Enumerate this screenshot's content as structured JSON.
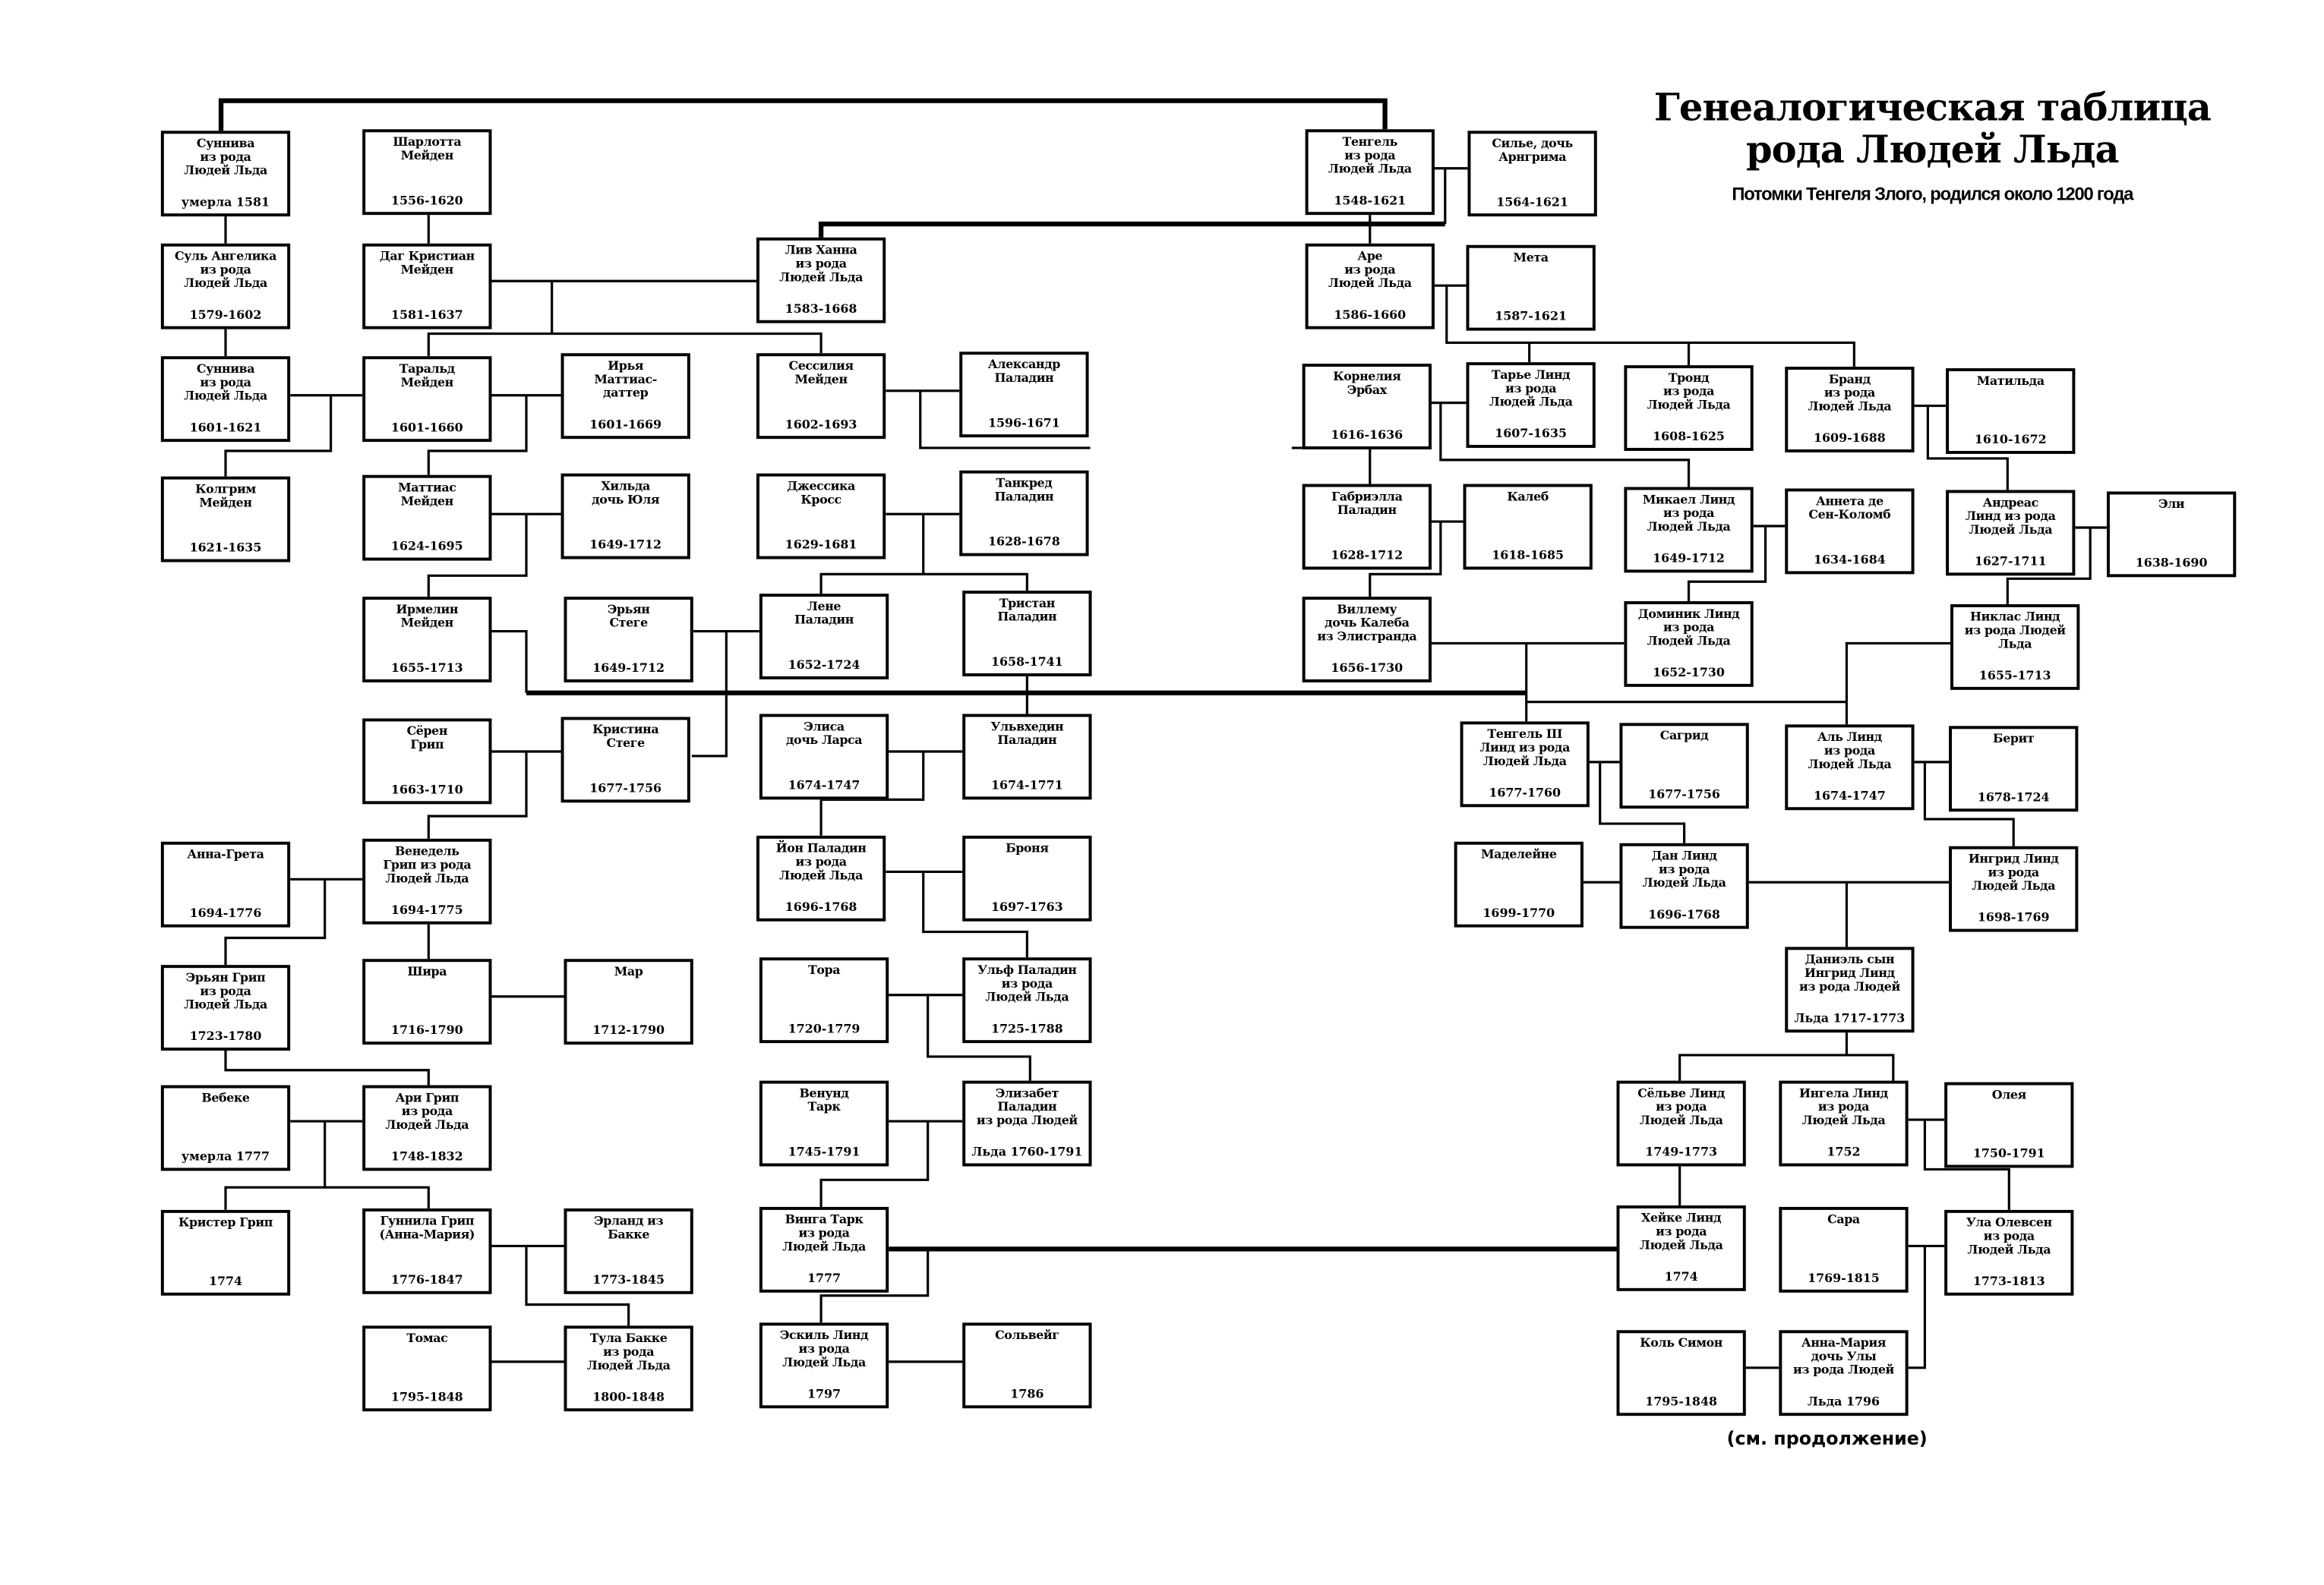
{
  "title": {
    "line1": "Генеалогическая таблица",
    "line2": "рода Людей Льда"
  },
  "subtitle": "Потомки Тенгеля Злого, родился около 1200 года",
  "continuation": "(см. продолжение)",
  "persons": [
    {
      "name": "Суннива\nиз рода\nЛюдей Льда",
      "dates": "умерла 1581"
    },
    {
      "name": "Суль Ангелика\nиз рода\nЛюдей Льда",
      "dates": "1579-1602"
    },
    {
      "name": "Суннива\nиз рода\nЛюдей Льда",
      "dates": "1601-1621"
    },
    {
      "name": "Колгрим\nМейден",
      "dates": "1621-1635"
    },
    {
      "name": "Анна-Грета",
      "dates": "1694-1776"
    },
    {
      "name": "Эрьян Грип\nиз рода\nЛюдей Льда",
      "dates": "1723-1780"
    },
    {
      "name": "Вебеке",
      "dates": "умерла 1777"
    },
    {
      "name": "Кристер Грип",
      "dates": "1774"
    },
    {
      "name": "Шарлотта\nМейден",
      "dates": "1556-1620"
    },
    {
      "name": "Даг Кристиан\nМейден",
      "dates": "1581-1637"
    },
    {
      "name": "Таральд\nМейден",
      "dates": "1601-1660"
    },
    {
      "name": "Маттиас\nМейден",
      "dates": "1624-1695"
    },
    {
      "name": "Ирмелин\nМейден",
      "dates": "1655-1713"
    },
    {
      "name": "Сёрен\nГрип",
      "dates": "1663-1710"
    },
    {
      "name": "Венедель\nГрип из рода\nЛюдей Льда",
      "dates": "1694-1775"
    },
    {
      "name": "Шира",
      "dates": "1716-1790"
    },
    {
      "name": "Ари Грип\nиз рода\nЛюдей Льда",
      "dates": "1748-1832"
    },
    {
      "name": "Гуннила Грип\n(Анна-Мария)",
      "dates": "1776-1847"
    },
    {
      "name": "Томас",
      "dates": "1795-1848"
    },
    {
      "name": "Ирья\nМаттиас-\nдаттер",
      "dates": "1601-1669"
    },
    {
      "name": "Хильда\nдочь Юля",
      "dates": "1649-1712"
    },
    {
      "name": "Эрьян\nСтеге",
      "dates": "1649-1712"
    },
    {
      "name": "Кристина\nСтеге",
      "dates": "1677-1756"
    },
    {
      "name": "Мар",
      "dates": "1712-1790"
    },
    {
      "name": "Эрланд из\nБакке",
      "dates": "1773-1845"
    },
    {
      "name": "Тула Бакке\nиз рода\nЛюдей Льда",
      "dates": "1800-1848"
    },
    {
      "name": "Лив Ханна\nиз рода\nЛюдей Льда",
      "dates": "1583-1668"
    },
    {
      "name": "Сессилия\nМейден",
      "dates": "1602-1693"
    },
    {
      "name": "Джессика\nКросс",
      "dates": "1629-1681"
    },
    {
      "name": "Лене\nПаладин",
      "dates": "1652-1724"
    },
    {
      "name": "Элиса\nдочь Ларса",
      "dates": "1674-1747"
    },
    {
      "name": "Йон Паладин\nиз рода\nЛюдей Льда",
      "dates": "1696-1768"
    },
    {
      "name": "Тора",
      "dates": "1720-1779"
    },
    {
      "name": "Венунд\nТарк",
      "dates": "1745-1791"
    },
    {
      "name": "Винга Тарк\nиз рода\nЛюдей Льда",
      "dates": "1777"
    },
    {
      "name": "Эскиль Линд\nиз рода\nЛюдей Льда",
      "dates": "1797"
    },
    {
      "name": "Александр\nПаладин",
      "dates": "1596-1671"
    },
    {
      "name": "Танкред\nПаладин",
      "dates": "1628-1678"
    },
    {
      "name": "Тристан\nПаладин",
      "dates": "1658-1741"
    },
    {
      "name": "Ульвхедин\nПаладин",
      "dates": "1674-1771"
    },
    {
      "name": "Броня",
      "dates": "1697-1763"
    },
    {
      "name": "Ульф Паладин\nиз рода\nЛюдей Льда",
      "dates": "1725-1788"
    },
    {
      "name": "Элизабет\nПаладин\nиз рода Людей",
      "dates": "Льда 1760-1791"
    },
    {
      "name": "Сольвейг",
      "dates": "1786"
    },
    {
      "name": "Тенгель\nиз рода\nЛюдей Льда",
      "dates": "1548-1621"
    },
    {
      "name": "Силье, дочь\nАрнгрима",
      "dates": "1564-1621"
    },
    {
      "name": "Аре\nиз рода\nЛюдей Льда",
      "dates": "1586-1660"
    },
    {
      "name": "Мета",
      "dates": "1587-1621"
    },
    {
      "name": "Корнелия\nЭрбах",
      "dates": "1616-1636"
    },
    {
      "name": "Тарье Линд\nиз рода\nЛюдей Льда",
      "dates": "1607-1635"
    },
    {
      "name": "Тронд\nиз рода\nЛюдей Льда",
      "dates": "1608-1625"
    },
    {
      "name": "Бранд\nиз рода\nЛюдей Льда",
      "dates": "1609-1688"
    },
    {
      "name": "Матильда",
      "dates": "1610-1672"
    },
    {
      "name": "Габриэлла\nПаладин",
      "dates": "1628-1712"
    },
    {
      "name": "Калеб",
      "dates": "1618-1685"
    },
    {
      "name": "Микаел Линд\nиз рода\nЛюдей Льда",
      "dates": "1649-1712"
    },
    {
      "name": "Аннета де\nСен-Коломб",
      "dates": "1634-1684"
    },
    {
      "name": "Андреас\nЛинд из рода\nЛюдей Льда",
      "dates": "1627-1711"
    },
    {
      "name": "Эли",
      "dates": "1638-1690"
    },
    {
      "name": "Виллему\nдочь Калеба\nиз Элистранда",
      "dates": "1656-1730"
    },
    {
      "name": "Доминик Линд\nиз рода\nЛюдей Льда",
      "dates": "1652-1730"
    },
    {
      "name": "Никлас Линд\nиз рода Людей\nЛьда",
      "dates": "1655-1713"
    },
    {
      "name": "Тенгель III\nЛинд из рода\nЛюдей Льда",
      "dates": "1677-1760"
    },
    {
      "name": "Сагрид",
      "dates": "1677-1756"
    },
    {
      "name": "Аль Линд\nиз рода\nЛюдей Льда",
      "dates": "1674-1747"
    },
    {
      "name": "Берит",
      "dates": "1678-1724"
    },
    {
      "name": "Маделейне",
      "dates": "1699-1770"
    },
    {
      "name": "Дан Линд\nиз рода\nЛюдей Льда",
      "dates": "1696-1768"
    },
    {
      "name": "Ингрид Линд\nиз рода\nЛюдей Льда",
      "dates": "1698-1769"
    },
    {
      "name": "Даниэль сын\nИнгрид Линд\nиз рода Людей",
      "dates": "Льда 1717-1773"
    },
    {
      "name": "Сёльве Линд\nиз рода\nЛюдей Льда",
      "dates": "1749-1773"
    },
    {
      "name": "Ингела Линд\nиз рода\nЛюдей Льда",
      "dates": "1752"
    },
    {
      "name": "Олея",
      "dates": "1750-1791"
    },
    {
      "name": "Хейке Линд\nиз рода\nЛюдей Льда",
      "dates": "1774"
    },
    {
      "name": "Сара",
      "dates": "1769-1815"
    },
    {
      "name": "Ула Олевсен\nиз рода\nЛюдей Льда",
      "dates": "1773-1813"
    },
    {
      "name": "Коль Симон",
      "dates": "1795-1848"
    },
    {
      "name": "Анна-Мария\nдочь Улы\nиз рода Людей",
      "dates": "Льда 1796"
    }
  ]
}
